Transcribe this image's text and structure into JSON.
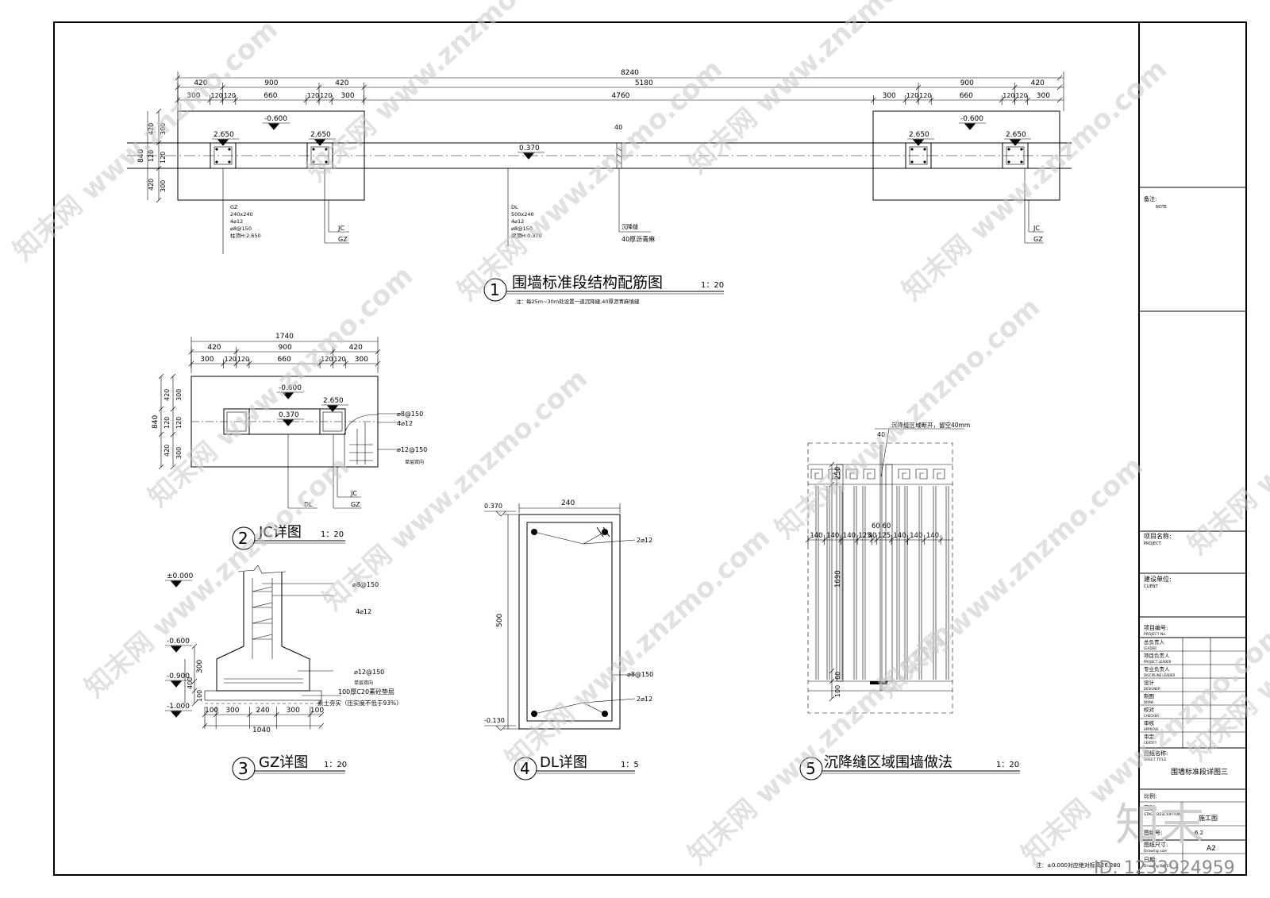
{
  "title_block": {
    "note_label": "备注:",
    "note_label_en": "NOTE",
    "project_label": "项目名称:",
    "project_label_en": "PROJECT",
    "client_label": "建设单位:",
    "client_label_en": "CLIENT",
    "project_no_label": "项目编号:",
    "project_no_label_en": "PROJECT No.",
    "roles": [
      {
        "cn": "总负责人",
        "en": "LEADER"
      },
      {
        "cn": "项目负责人",
        "en": "PROJECT LEADER"
      },
      {
        "cn": "专业负责人",
        "en": "DISCIPLINE LEADER"
      },
      {
        "cn": "设计",
        "en": "DESIGNER"
      },
      {
        "cn": "制图",
        "en": "DRAW"
      },
      {
        "cn": "校对",
        "en": "CHECKER"
      },
      {
        "cn": "审核",
        "en": "APPROVE"
      },
      {
        "cn": "审定",
        "en": "CERTIFY"
      }
    ],
    "sheet_title_label": "图纸名称:",
    "sheet_title_label_en": "SHEET TITLE",
    "sheet_title": "围墙标准段详图三",
    "scale_label": "比例:",
    "phase_label": "图别:",
    "phase_label_en": "STAGE DESCRIPTION",
    "phase_value": "施工图",
    "drawing_no_label": "图纸号:",
    "drawing_no_value": "6.2",
    "size_label": "图纸尺寸:",
    "size_label_en": "Drawing size",
    "size_value": "A2",
    "date_label": "日期:",
    "date_label_en": "Drawing DATE"
  },
  "footer_note": "注：±0.000对应绝对标高26.200",
  "watermark": {
    "text": "知末网 www.znzmo.com",
    "logo": "知末",
    "id": "ID: 1233924959"
  },
  "drawing1": {
    "num": "1",
    "title": "围墙标准段结构配筋图",
    "scale": "1：20",
    "note": "注：每25m~30m处设置一道沉降缝,40厚沥青麻填缝",
    "dims_top": [
      "8240"
    ],
    "dims_mid": [
      "420",
      "900",
      "420",
      "5180",
      "900",
      "420"
    ],
    "dims_low": [
      "300",
      "120",
      "120",
      "660",
      "120",
      "120",
      "300",
      "4760",
      "300",
      "120",
      "120",
      "660",
      "120",
      "120",
      "300"
    ],
    "dims_left": [
      "300",
      "120",
      "300",
      "420",
      "120",
      "420",
      "840"
    ],
    "elev_a": "-0.600",
    "elev_b": "2.650",
    "elev_c": "0.370",
    "joint_dim": "40",
    "gz_label": [
      "GZ",
      "240x240",
      "4⌀12",
      "⌀8@150",
      "柱顶H:2.650"
    ],
    "dl_label": [
      "DL",
      "500x240",
      "4⌀12",
      "⌀8@150",
      "梁顶H:0.370"
    ],
    "joint_label": [
      "沉降缝",
      "40厚沥青麻"
    ],
    "jc": "JC",
    "gz": "GZ"
  },
  "drawing2": {
    "num": "2",
    "title": "JC详图",
    "scale": "1：20",
    "dim_total": "1740",
    "dims_mid": [
      "420",
      "900",
      "420"
    ],
    "dims_low": [
      "300",
      "120",
      "120",
      "660",
      "120",
      "120",
      "300"
    ],
    "dims_left": [
      "420",
      "120",
      "420",
      "300",
      "120",
      "300",
      "840"
    ],
    "elev_a": "-0.600",
    "elev_b": "2.650",
    "elev_c": "0.370",
    "rebar": [
      "⌀8@150",
      "4⌀12",
      "⌀12@150",
      "单层双向"
    ],
    "dl": "DL",
    "jc": "JC",
    "gz": "GZ"
  },
  "drawing3": {
    "num": "3",
    "title": "GZ详图",
    "scale": "1：20",
    "elev": [
      "±0.000",
      "-0.600",
      "-0.900",
      "-1.000"
    ],
    "rebar": [
      "⌀8@150",
      "4⌀12",
      "⌀12@150",
      "单层双向",
      "100厚C20素砼垫层",
      "素土夯实（压实度不低于93%）"
    ],
    "dims_bottom": [
      "100",
      "300",
      "240",
      "300",
      "100"
    ],
    "dim_total": "1040",
    "dims_left": [
      "300",
      "100",
      "400"
    ]
  },
  "drawing4": {
    "num": "4",
    "title": "DL详图",
    "scale": "1：5",
    "width": "240",
    "height": "500",
    "elev_top": "0.370",
    "elev_bot": "-0.130",
    "rebar": [
      "2⌀12",
      "⌀8@150",
      "2⌀12"
    ]
  },
  "drawing5": {
    "num": "5",
    "title": "沉降缝区域围墙做法",
    "scale": "1：20",
    "note": "沉降缝区域断开，留空40mm",
    "gap": "40",
    "dims_row": [
      "140",
      "140",
      "140",
      "125",
      "40",
      "125",
      "140",
      "140",
      "140"
    ],
    "dim_6060": "60 60",
    "dims_left": [
      "250",
      "1690",
      "60",
      "100"
    ]
  }
}
